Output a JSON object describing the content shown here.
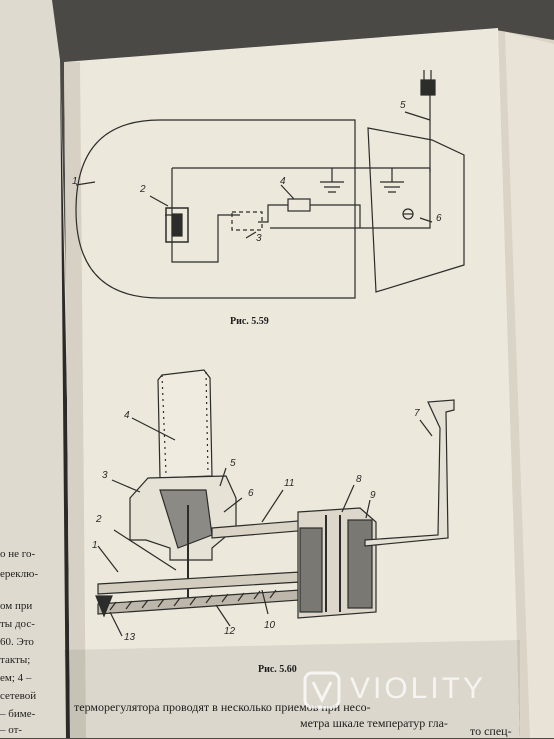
{
  "figure_59": {
    "caption": "Рис. 5.59",
    "labels": [
      "1",
      "2",
      "3",
      "4",
      "5",
      "6"
    ]
  },
  "figure_60": {
    "caption": "Рис. 5.60",
    "labels": [
      "1",
      "2",
      "3",
      "4",
      "5",
      "6",
      "7",
      "8",
      "9",
      "10",
      "11",
      "12",
      "13"
    ]
  },
  "left_page_fragments": [
    "о не го-",
    "ереклю-",
    "ом при",
    "ты дос-",
    "60. Это",
    "такты;",
    "ем; 4 –",
    "сетевой",
    "– биме-",
    "– от-"
  ],
  "body_text": [
    "терморегулятора проводят в несколько приемов при несо-",
    "метра шкале температур гла-",
    "то спец-"
  ],
  "watermark": {
    "text": "VIOLITY"
  }
}
